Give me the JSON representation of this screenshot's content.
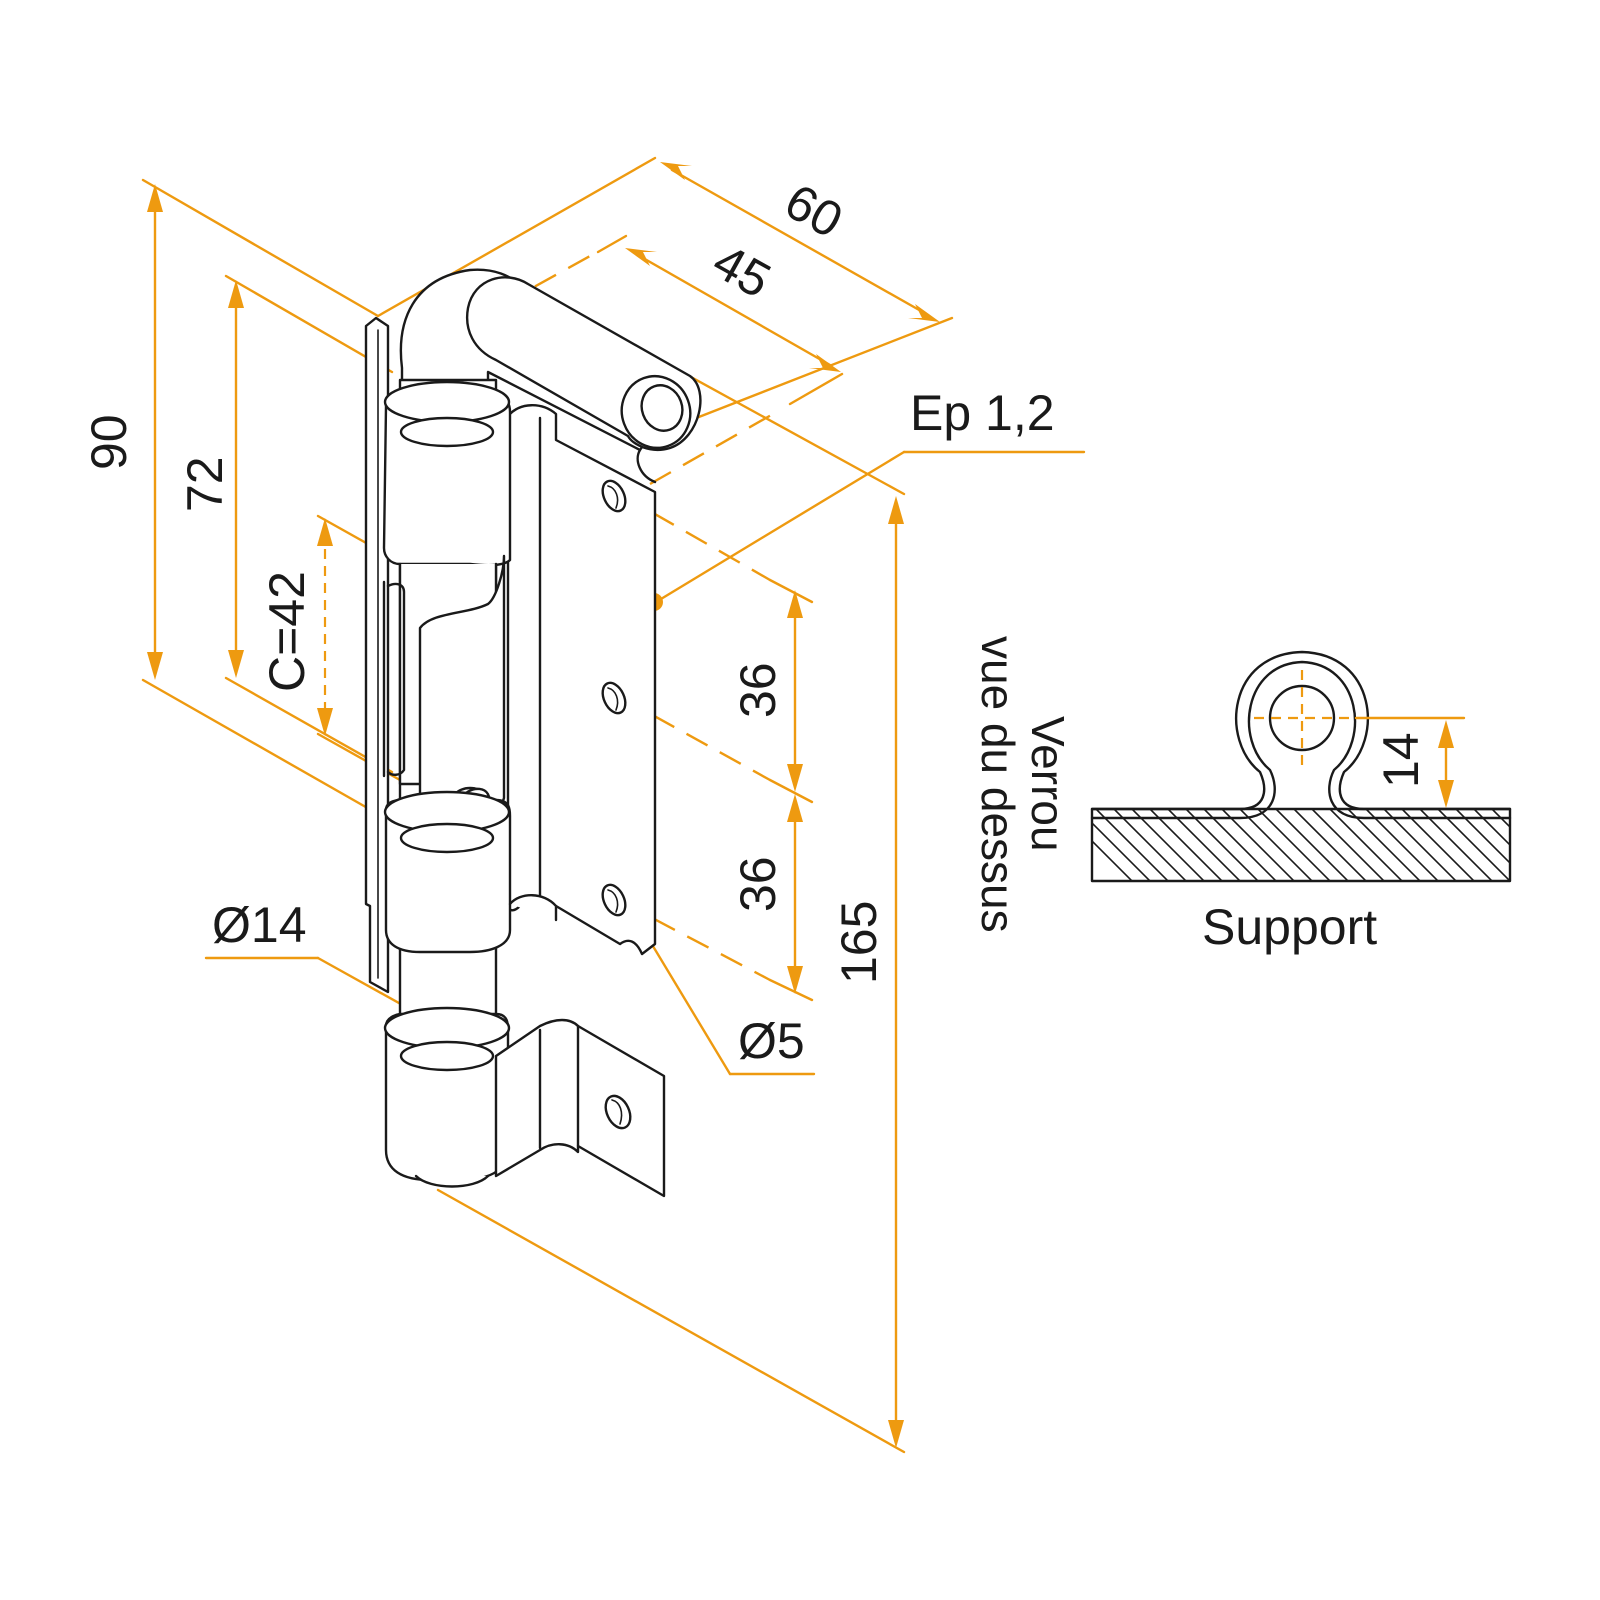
{
  "colors": {
    "dimension": "#ee9a10",
    "outline": "#1a1a1a",
    "background": "#ffffff"
  },
  "dimensions": {
    "length_60": "60",
    "length_45": "45",
    "height_90": "90",
    "height_72": "72",
    "center_distance": "C=42",
    "spacing_36_upper": "36",
    "spacing_36_lower": "36",
    "overall_165": "165",
    "diameter_14": "Ø14",
    "hole_diameter": "Ø5",
    "thickness": "Ep 1,2",
    "support_height_14": "14"
  },
  "labels": {
    "view_line_1": "Verrou",
    "view_line_2": "vue du dessus",
    "support": "Support"
  }
}
